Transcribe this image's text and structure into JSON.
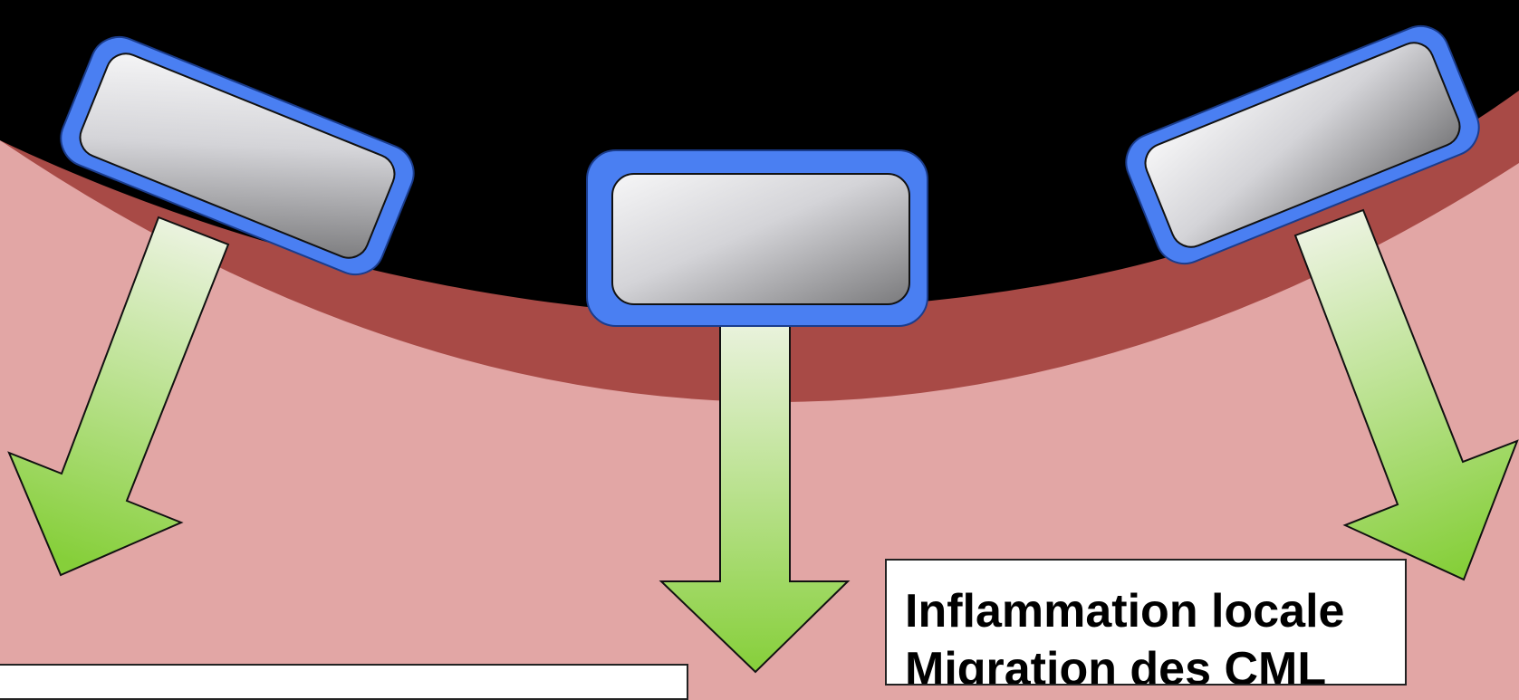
{
  "colors": {
    "background_tissue": "#e2a6a5",
    "vessel_wall": "#a84a46",
    "lumen": "#000000",
    "receptor_frame": "#4a7ff2",
    "arrow_top": "#eef4e4",
    "arrow_bottom": "#86cf3a"
  },
  "receptors": [
    {
      "name": "left",
      "icon": "receptor-device"
    },
    {
      "name": "center",
      "icon": "receptor-device"
    },
    {
      "name": "right",
      "icon": "receptor-device"
    }
  ],
  "arrows": [
    {
      "name": "left",
      "direction": "down-left"
    },
    {
      "name": "center",
      "direction": "down"
    },
    {
      "name": "right",
      "direction": "down-right"
    }
  ],
  "text_box_right": {
    "line1": "Inflammation locale",
    "line2": "Migration des CML"
  },
  "text_box_left": {
    "line1": ""
  }
}
